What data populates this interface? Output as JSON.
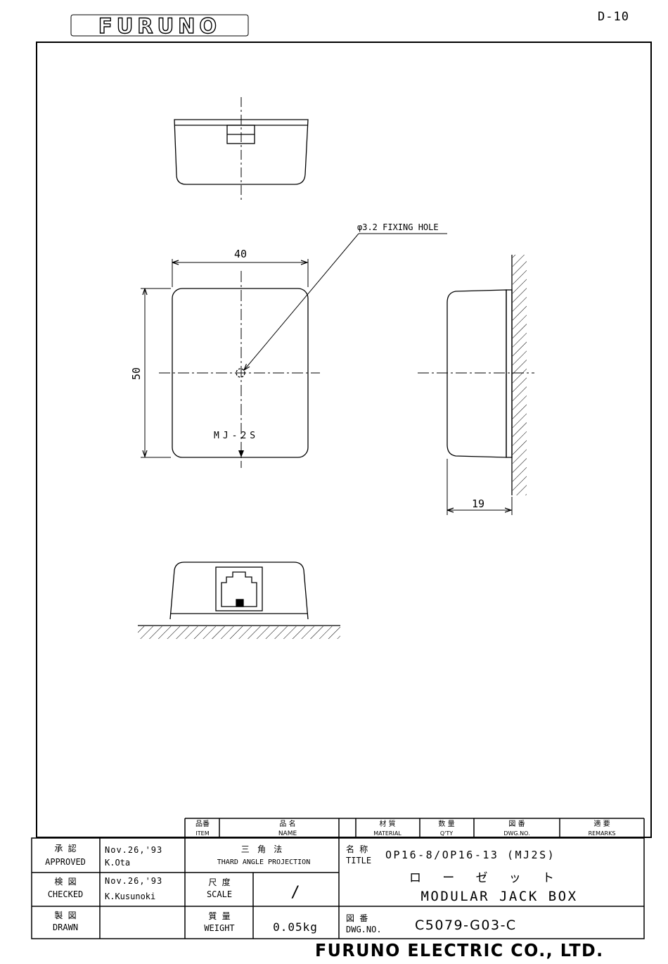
{
  "header": {
    "logo_text": "FURUNO",
    "sheet_number": "D-10"
  },
  "drawing": {
    "views": [
      "top",
      "front",
      "right-side",
      "bottom"
    ],
    "dimensions": {
      "width": "40",
      "height": "50",
      "depth": "19"
    },
    "callout": "φ3.2 FIXING HOLE",
    "front_marking": "MJ-2S"
  },
  "parts_header": {
    "item_jp": "品番",
    "item_en": "ITEM",
    "name_jp": "品 名",
    "name_en": "NAME",
    "material_jp": "材 質",
    "material_en": "MATERIAL",
    "qty_jp": "数 量",
    "qty_en": "Q'TY",
    "dwg_jp": "図 番",
    "dwg_en": "DWG.NO.",
    "remarks_jp": "適 要",
    "remarks_en": "REMARKS"
  },
  "title_block": {
    "approved_jp": "承 認",
    "approved_en": "APPROVED",
    "approved_date": "Nov.26,'93",
    "approved_by": "K.Ota",
    "checked_jp": "検 図",
    "checked_en": "CHECKED",
    "checked_date": "Nov.26,'93",
    "checked_by": "K.Kusunoki",
    "drawn_jp": "製 図",
    "drawn_en": "DRAWN",
    "projection_jp": "三 角 法",
    "projection_en": "THARD ANGLE PROJECTION",
    "scale_jp": "尺 度",
    "scale_en": "SCALE",
    "scale_value": "/",
    "weight_jp": "質 量",
    "weight_en": "WEIGHT",
    "weight_value": "0.05kg",
    "title_jp": "名 称",
    "title_en": "TITLE",
    "title_code": "OP16-8/OP16-13 (MJ2S)",
    "title_name_jp": "ロ ー ゼ ッ ト",
    "title_name_en": "MODULAR JACK BOX",
    "dwg_no_jp": "図 番",
    "dwg_no_en": "DWG.NO.",
    "dwg_no": "C5079-G03-C"
  },
  "footer": {
    "company": "FURUNO ELECTRIC CO., LTD."
  }
}
